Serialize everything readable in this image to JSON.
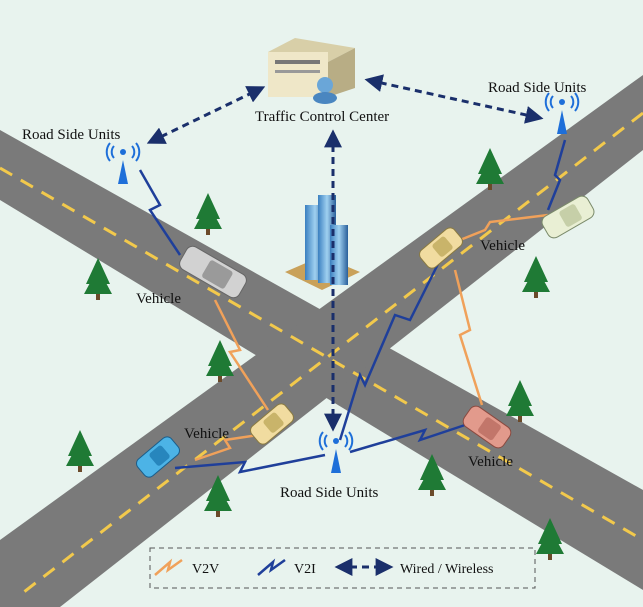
{
  "labels": {
    "control_center": "Traffic Control Center",
    "rsu_left": "Road Side Units",
    "rsu_right": "Road Side Units",
    "rsu_bottom": "Road Side Units",
    "vehicle_left": "Vehicle",
    "vehicle_center": "Vehicle",
    "vehicle_right_top": "Vehicle",
    "vehicle_right_bottom": "Vehicle"
  },
  "legend": {
    "v2v": "V2V",
    "v2i": "V2I",
    "wired": "Wired / Wireless"
  },
  "colors": {
    "background": "#e8f3ee",
    "road": "#7a7a7a",
    "lane": "#f2c94c",
    "v2v": "#f0a15a",
    "v2i": "#1f3f9a",
    "wired": "#1a2f6b",
    "rsu": "#1e6fd9",
    "tree": "#1f7a35"
  }
}
